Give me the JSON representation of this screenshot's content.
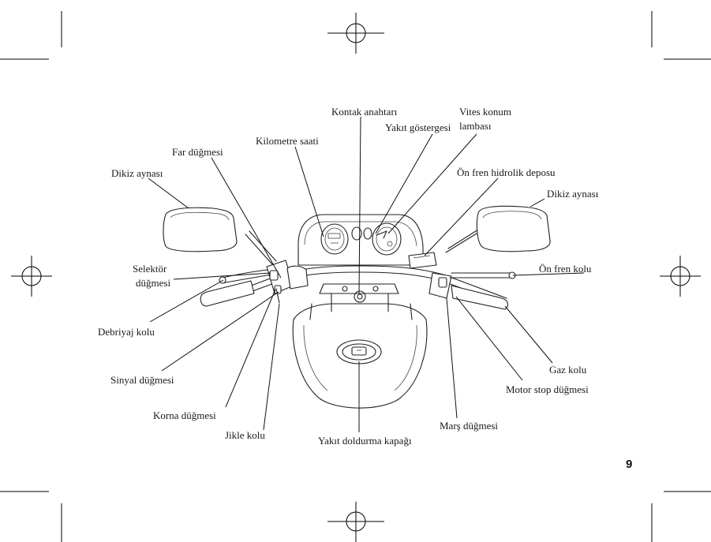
{
  "labels": {
    "kontak_anahtari": "Kontak anahtarı",
    "vites_konum_lambasi_1": "Vites konum",
    "vites_konum_lambasi_2": "lambası",
    "yakit_gostergesi": "Yakıt göstergesi",
    "kilometre_saati": "Kilometre saati",
    "far_dugmesi": "Far düğmesi",
    "dikiz_aynasi_left": "Dikiz aynası",
    "on_fren_hidrolik_deposu": "Ön fren hidrolik deposu",
    "dikiz_aynasi_right": "Dikiz aynası",
    "selektor_dugmesi_1": "Selektör",
    "selektor_dugmesi_2": "düğmesi",
    "on_fren_kolu": "Ön fren kolu",
    "debriyaj_kolu": "Debriyaj kolu",
    "gaz_kolu": "Gaz kolu",
    "sinyal_dugmesi": "Sinyal düğmesi",
    "motor_stop_dugmesi": "Motor stop düğmesi",
    "korna_dugmesi": "Korna düğmesi",
    "jikle_kolu": "Jikle kolu",
    "mars_dugmesi": "Marş düğmesi",
    "yakit_doldurma_kapagi": "Yakıt doldurma kapağı"
  },
  "page_number": "9"
}
